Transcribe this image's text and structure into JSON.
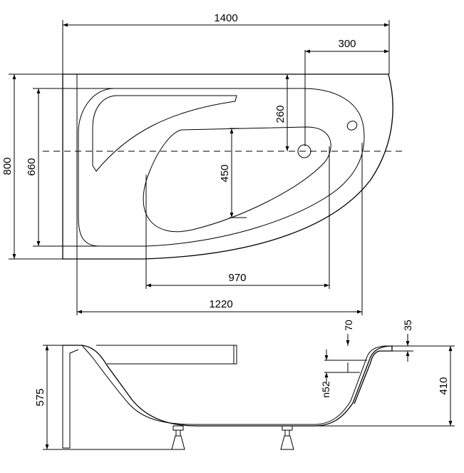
{
  "top_view": {
    "dims": {
      "overall_length": "1400",
      "drain_offset": "300",
      "drain_to_center": "260",
      "inner_depth": "450",
      "overall_width": "800",
      "inner_width": "660",
      "inner_length": "970",
      "outer_curve_length": "1220"
    }
  },
  "side_view": {
    "dims": {
      "rim_offset": "70",
      "rim_thickness": "35",
      "drain_label": "n52",
      "overall_height": "575",
      "tub_height": "410"
    }
  }
}
